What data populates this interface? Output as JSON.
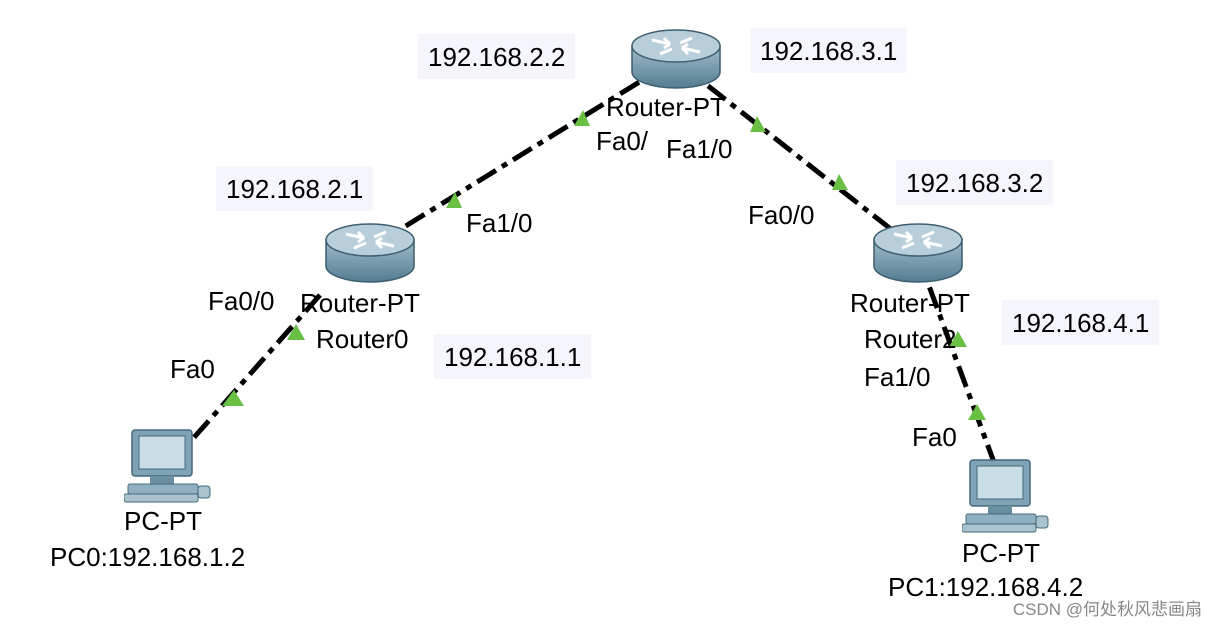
{
  "routers": {
    "top": {
      "type": "Router-PT"
    },
    "left": {
      "type": "Router-PT",
      "name": "Router0"
    },
    "right": {
      "type": "Router-PT",
      "name": "Router2"
    }
  },
  "pcs": {
    "left": {
      "type": "PC-PT",
      "name": "PC0:192.168.1.2"
    },
    "right": {
      "type": "PC-PT",
      "name": "PC1:192.168.4.2"
    }
  },
  "interfaces": {
    "top_fa0": "Fa0/",
    "top_fa1": "Fa1/0",
    "left_fa1": "Fa1/0",
    "left_fa0": "Fa0/0",
    "pc0_fa0": "Fa0",
    "right_fa0": "Fa0/0",
    "right_fa1": "Fa1/0",
    "pc1_fa0": "Fa0"
  },
  "notes": {
    "n1": "192.168.2.2",
    "n2": "192.168.3.1",
    "n3": "192.168.2.1",
    "n4": "192.168.3.2",
    "n5": "192.168.1.1",
    "n6": "192.168.4.1"
  },
  "watermark": "CSDN @何处秋风悲画扇",
  "link_color": "#000000",
  "link_status_color": "#6abf45",
  "router_color": "#6f95a8",
  "pc_color": "#7ea3b5"
}
